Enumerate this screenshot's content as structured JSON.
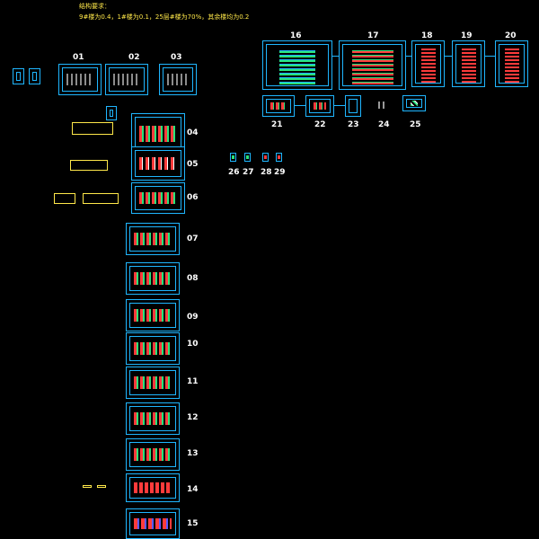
{
  "note": {
    "title": "结构要求：",
    "line": "9#楼为0.4，1#楼为0.1，25层#楼为70%，其余楼均为0.2"
  },
  "colors": {
    "frame": "#1fb6ff",
    "note": "#ffe84a",
    "label": "#ffffff",
    "plan_red": "#ff3b3b",
    "plan_green": "#29e37a"
  },
  "sheet_numbers": {
    "s01": "01",
    "s02": "02",
    "s03": "03",
    "s04": "04",
    "s05": "05",
    "s06": "06",
    "s07": "07",
    "s08": "08",
    "s09": "09",
    "s10": "10",
    "s11": "11",
    "s12": "12",
    "s13": "13",
    "s14": "14",
    "s15": "15",
    "s16": "16",
    "s17": "17",
    "s18": "18",
    "s19": "19",
    "s20": "20",
    "s21": "21",
    "s22": "22",
    "s23": "23",
    "s24": "24",
    "s25": "25",
    "s26": "26",
    "s27": "27",
    "s28": "28",
    "s29": "29"
  }
}
